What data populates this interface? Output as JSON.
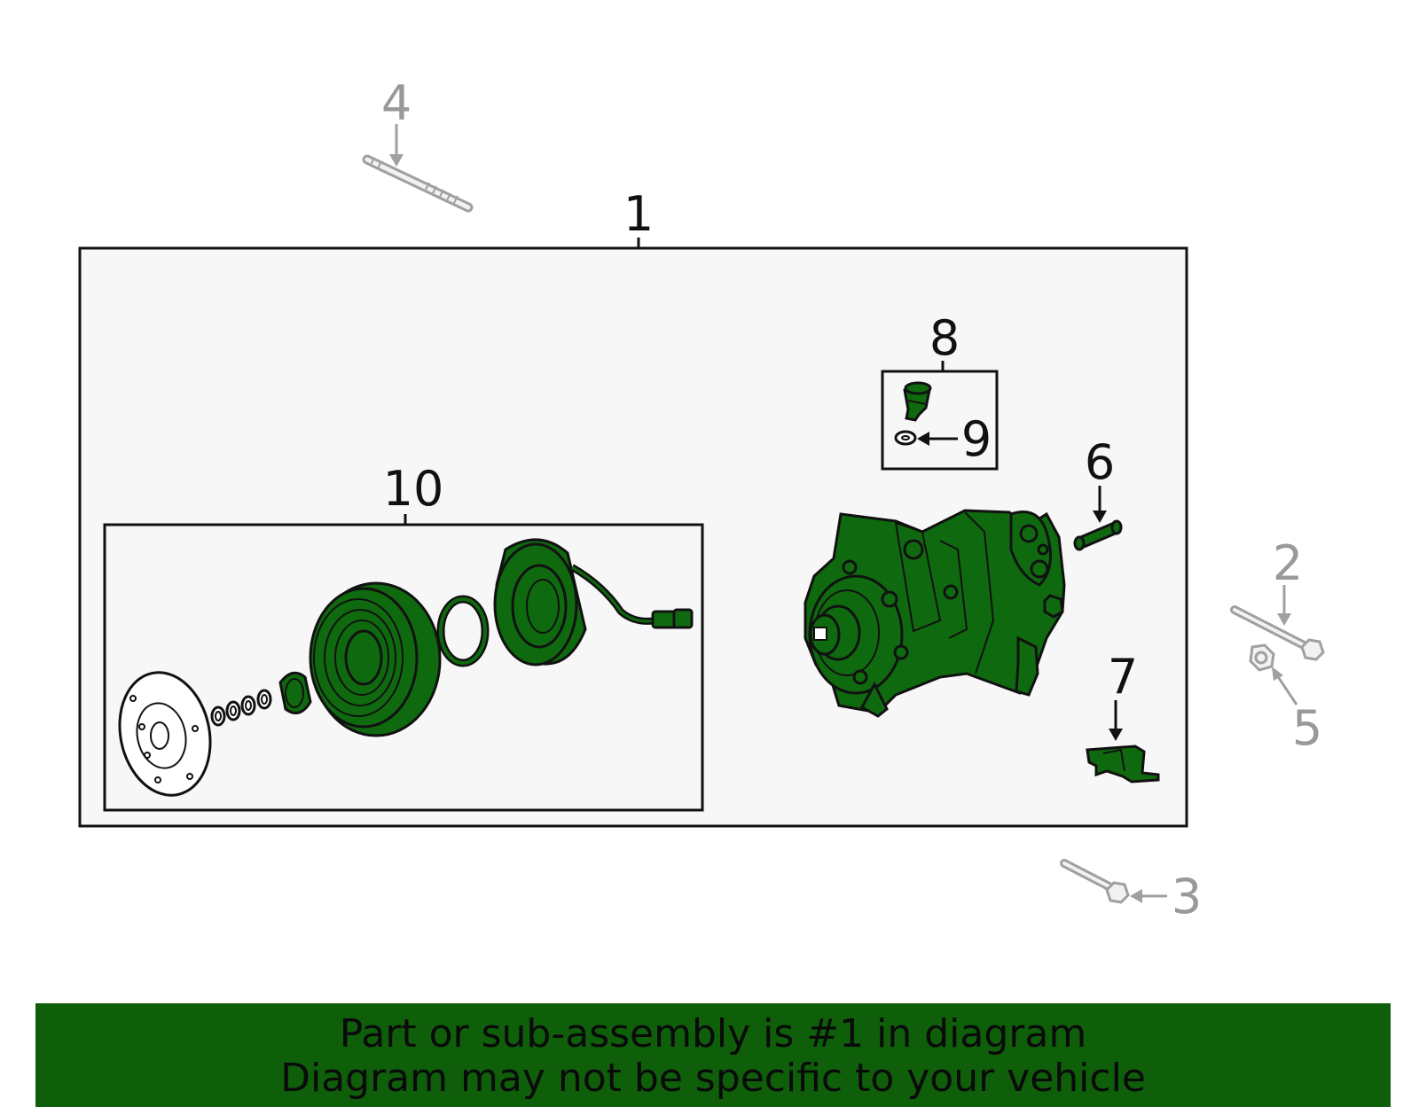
{
  "callouts": {
    "c1": "1",
    "c2": "2",
    "c3": "3",
    "c4": "4",
    "c5": "5",
    "c6": "6",
    "c7": "7",
    "c8": "8",
    "c9": "9",
    "c10": "10"
  },
  "banner": {
    "line1": "Part or sub-assembly is #1 in diagram",
    "line2": "Diagram may not be specific to your vehicle"
  },
  "colors": {
    "part_fill": "#0f6a0f",
    "banner_bg": "#0f5e0a",
    "box_bg": "#f7f7f7",
    "gray_part": "#a0a0a0"
  }
}
